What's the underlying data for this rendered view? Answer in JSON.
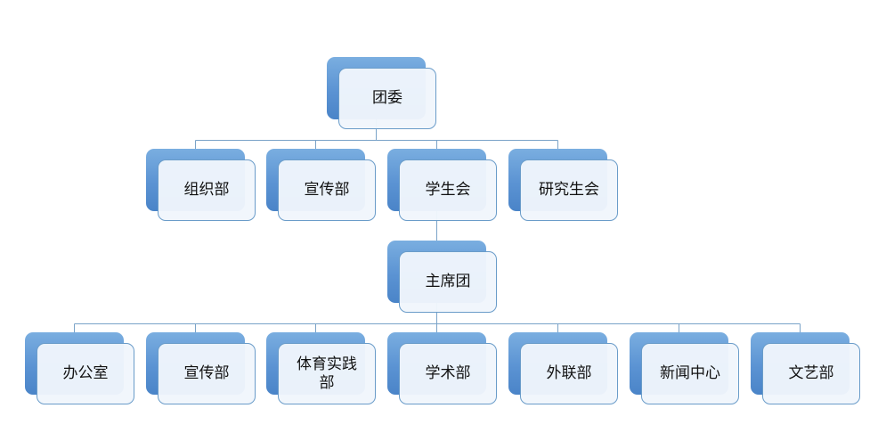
{
  "root": {
    "label": "团委"
  },
  "level1": [
    {
      "label": "组织部"
    },
    {
      "label": "宣传部"
    },
    {
      "label": "学生会"
    },
    {
      "label": "研究生会"
    }
  ],
  "level2": {
    "label": "主席团"
  },
  "level3": [
    {
      "label": "办公室"
    },
    {
      "label": "宣传部"
    },
    {
      "label": "体育实践部"
    },
    {
      "label": "学术部"
    },
    {
      "label": "外联部"
    },
    {
      "label": "新闻中心"
    },
    {
      "label": "文艺部"
    }
  ],
  "colors": {
    "line": "#6a9cc9",
    "box": "#5b93d3",
    "fill": "#f0f6fc"
  }
}
